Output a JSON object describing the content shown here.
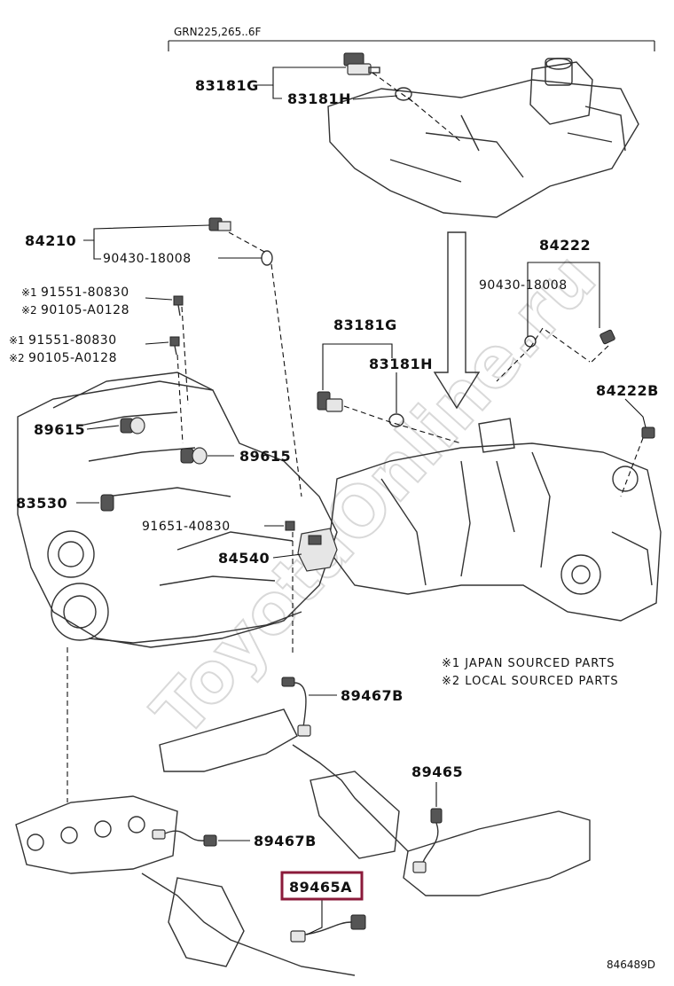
{
  "header": {
    "model_range": "GRN225,265..6F"
  },
  "watermark": "ToyotaOnline.ru",
  "labels": {
    "p83181G_top": "83181G",
    "p83181H_top": "83181H",
    "p84210": "84210",
    "p90430_a": "90430-18008",
    "p84222": "84222",
    "p90430_b": "90430-18008",
    "note1_a_mark": "※1",
    "note1_a": "91551-80830",
    "note2_a_mark": "※2",
    "note2_a": "90105-A0128",
    "note1_b_mark": "※1",
    "note1_b": "91551-80830",
    "note2_b_mark": "※2",
    "note2_b": "90105-A0128",
    "p83181G_mid": "83181G",
    "p83181H_mid": "83181H",
    "p84222B": "84222B",
    "p89615_left": "89615",
    "p89615_right": "89615",
    "p83530": "83530",
    "p91651": "91651-40830",
    "p84540": "84540",
    "legend1": "※1 JAPAN SOURCED PARTS",
    "legend2": "※2 LOCAL SOURCED PARTS",
    "p89467B_top": "89467B",
    "p89465": "89465",
    "p89467B_left": "89467B",
    "p89465A": "89465A",
    "drawing_no": "846489D"
  },
  "highlight": {
    "part": "89465A",
    "color": "#8b1a3a"
  }
}
